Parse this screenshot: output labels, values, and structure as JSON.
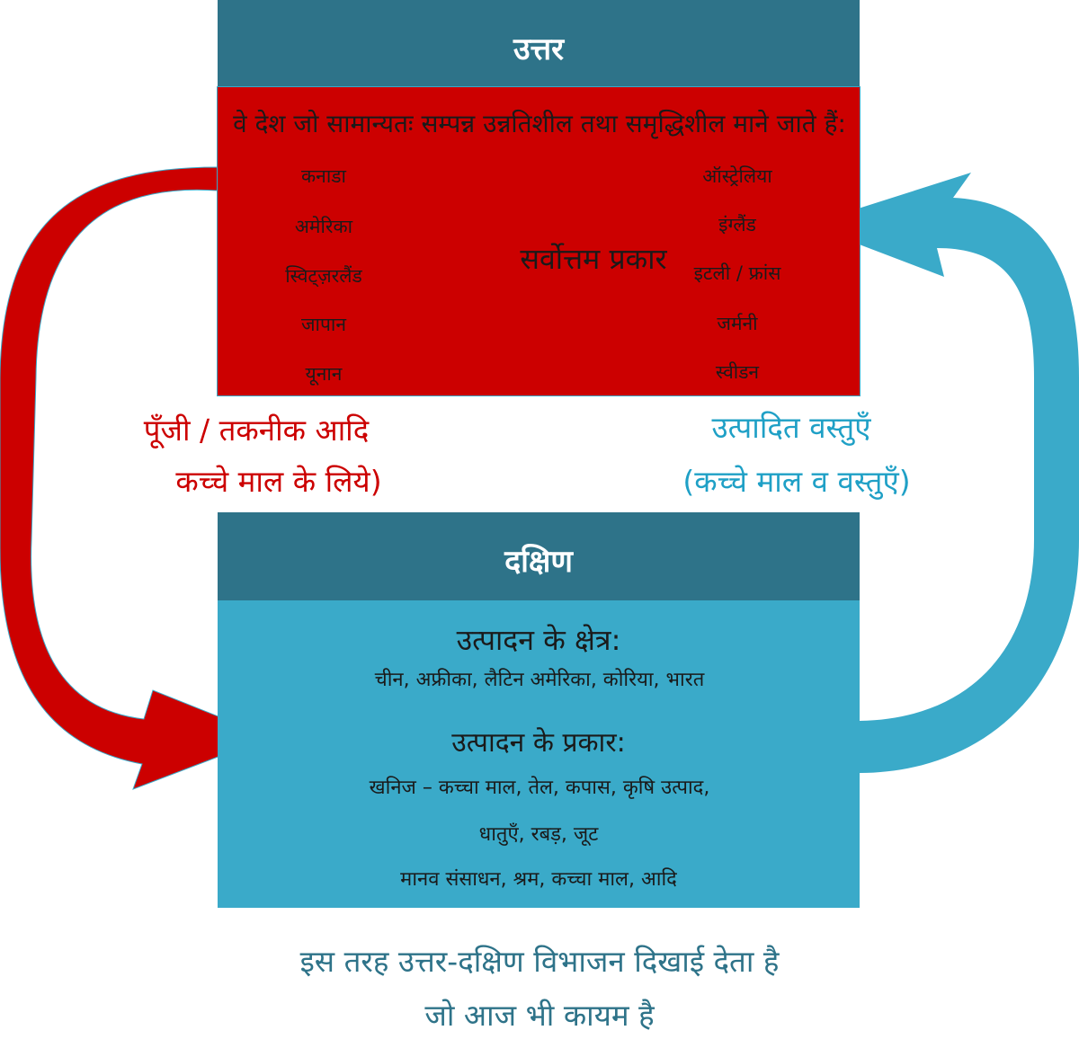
{
  "top_box": {
    "title": "उत्तर",
    "intro": "वे देश जो सामान्यतः सम्पन्न उन्नतिशील तथा समृद्धिशील माने जाते हैं:",
    "countries_left": [
      "कनाडा",
      "अमेरिका",
      "स्विट्ज़रलैंड",
      "जापान",
      "यूनान"
    ],
    "countries_right": [
      "ऑस्ट्रेलिया",
      "इंग्लैंड",
      "इटली / फ्रांस",
      "जर्मनी",
      "स्वीडन"
    ],
    "center_label": "सर्वोत्तम प्रकार"
  },
  "left_flow": {
    "line1": "पूँजी / तकनीक आदि",
    "line2": "कच्चे माल के लिये)"
  },
  "right_flow": {
    "line1": "उत्पादित वस्तुएँ",
    "line2": "(कच्चे माल व वस्तुएँ)"
  },
  "bottom_box": {
    "title": "दक्षिण",
    "heading1": "उत्पादन के क्षेत्र:",
    "line1": "चीन, अफ्रीका, लैटिन अमेरिका, कोरिया, भारत",
    "heading2": "उत्पादन के प्रकार:",
    "line2": "खनिज – कच्चा माल, तेल, कपास, कृषि उत्पाद,",
    "line3": "धातुएँ, रबड़, जूट",
    "line4": "मानव संसाधन, श्रम, कच्चा माल, आदि"
  },
  "footer": {
    "line1": "इस तरह उत्तर-दक्षिण विभाजन दिखाई देता है",
    "line2": "जो आज भी कायम है"
  },
  "colors": {
    "header": "#2e7389",
    "north_body": "#cc0000",
    "south_body": "#3aaac9",
    "red_arrow": "#cc0000",
    "blue_arrow": "#3aaac9"
  }
}
